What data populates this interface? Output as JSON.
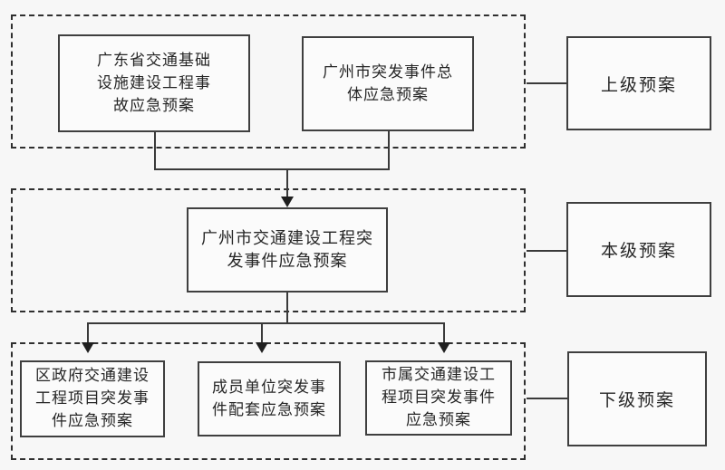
{
  "diagram": {
    "type": "org-flowchart",
    "colors": {
      "background": "#f7f7f7",
      "line": "#3a3a3a",
      "text": "#262626"
    },
    "tiers": [
      {
        "name": "superior",
        "label": "上级预案",
        "boxes": [
          {
            "text": "广东省交通基础\n设施建设工程事\n故应急预案"
          },
          {
            "text": "广州市突发事件总\n体应急预案"
          }
        ]
      },
      {
        "name": "current-level",
        "label": "本级预案",
        "boxes": [
          {
            "text": "广州市交通建设工程突\n发事件应急预案"
          }
        ]
      },
      {
        "name": "subordinate",
        "label": "下级预案",
        "boxes": [
          {
            "text": "区政府交通建设\n工程项目突发事\n件应急预案"
          },
          {
            "text": "成员单位突发事\n件配套应急预案"
          },
          {
            "text": "市属交通建设工\n程项目突发事件\n应急预案"
          }
        ]
      }
    ]
  }
}
